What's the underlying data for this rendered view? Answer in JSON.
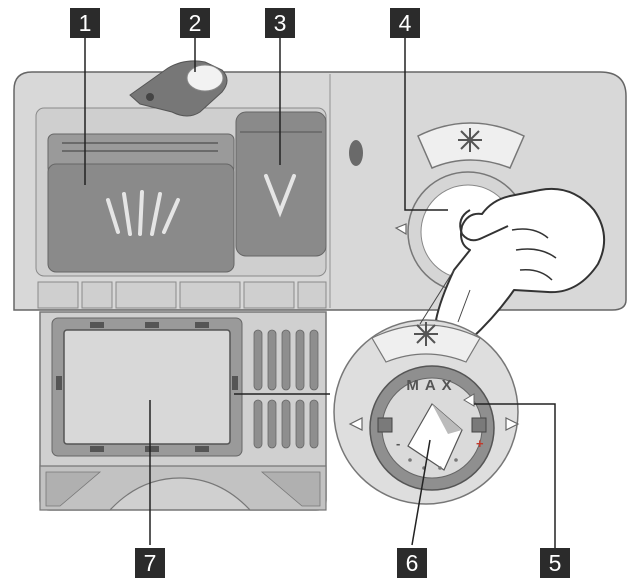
{
  "callouts": {
    "c1": "1",
    "c2": "2",
    "c3": "3",
    "c4": "4",
    "c5": "5",
    "c6": "6",
    "c7": "7"
  },
  "dial": {
    "max_label": "MAX",
    "minus_sign": "-",
    "plus_sign": "+"
  },
  "colors": {
    "panel": "#d8d8d8",
    "compartment": "#8a8a8a",
    "callout_box": "#2b2b2b",
    "plus_marker": "#c0392b"
  }
}
